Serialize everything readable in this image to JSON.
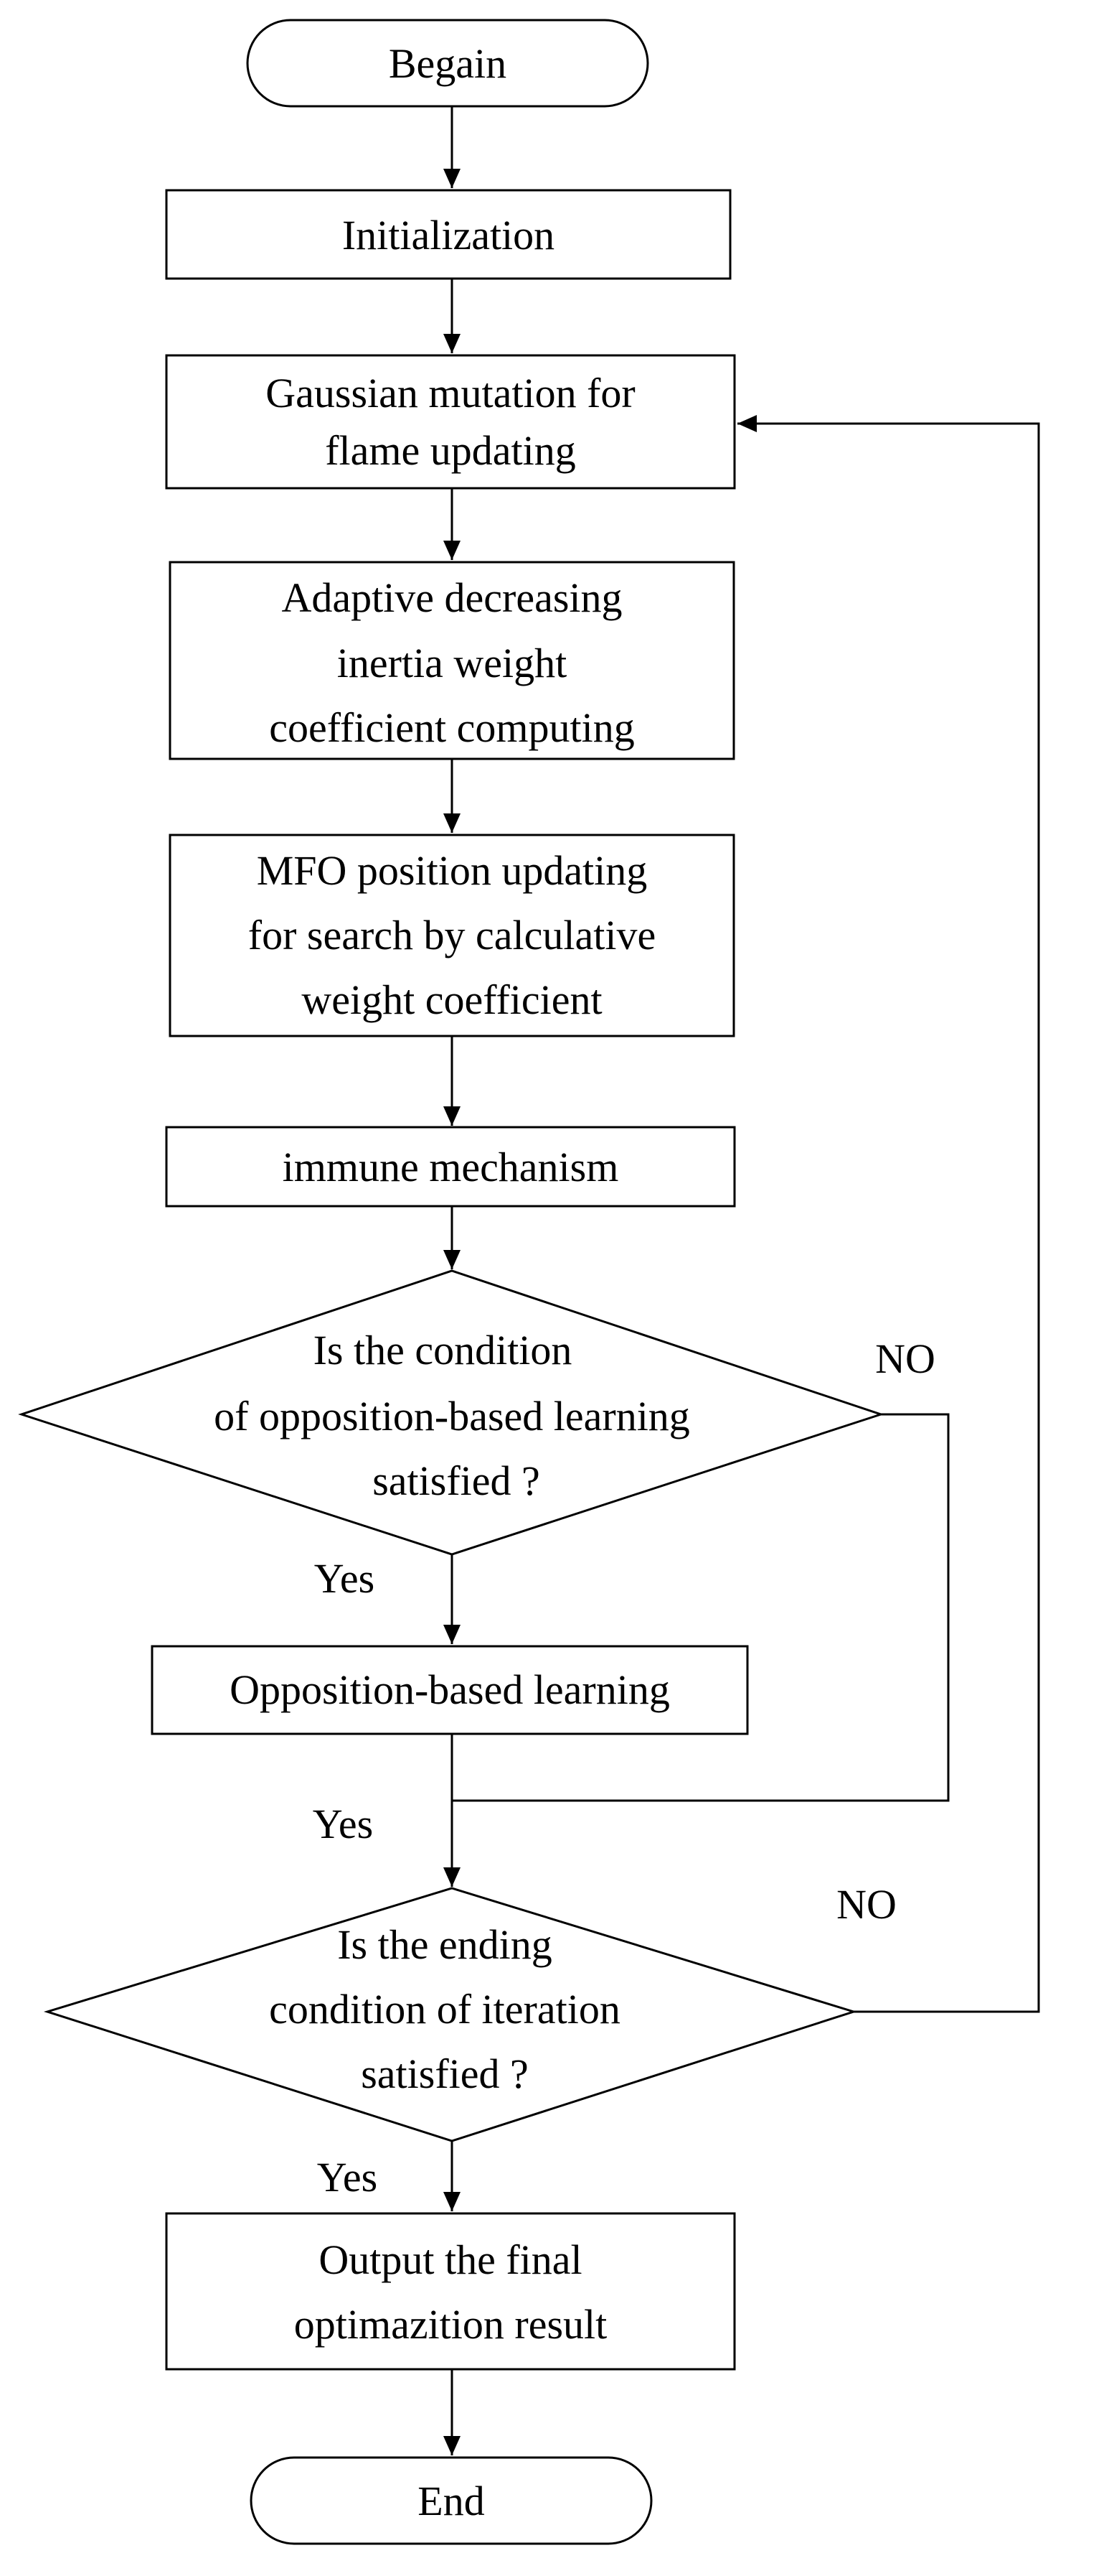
{
  "flowchart": {
    "begin": "Begain",
    "initialization": "Initialization",
    "gaussian": [
      "Gaussian mutation for",
      "flame updating"
    ],
    "adaptive": [
      "Adaptive decreasing",
      "inertia weight",
      "coefficient computing"
    ],
    "mfo": [
      "MFO position updating",
      "for search by calculative",
      "weight coefficient"
    ],
    "immune": "immune mechanism",
    "decision_obl": [
      "Is the condition",
      "of opposition-based learning",
      "satisfied ?"
    ],
    "obl": "Opposition-based learning",
    "decision_end": [
      "Is the ending",
      "condition of iteration",
      "satisfied ?"
    ],
    "output": [
      "Output the final",
      "optimazition result"
    ],
    "end": "End"
  },
  "edge_labels": {
    "no_obl": "NO",
    "yes_obl": "Yes",
    "yes_merge": "Yes",
    "no_end": "NO",
    "yes_end": "Yes"
  }
}
